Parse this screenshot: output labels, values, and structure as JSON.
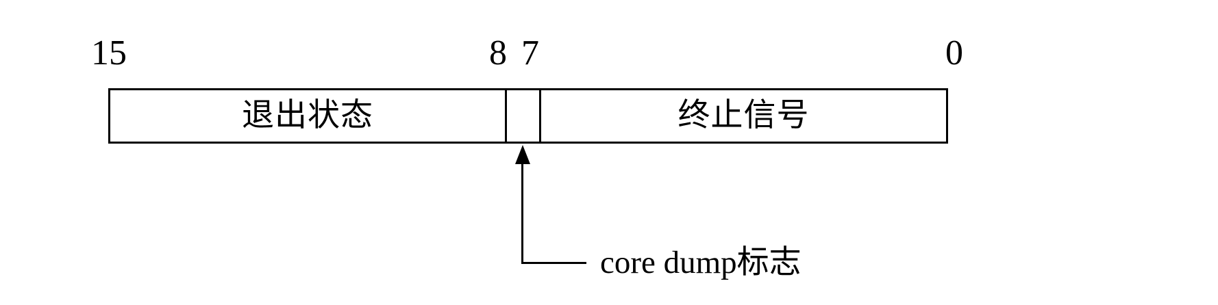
{
  "diagram": {
    "bit_markers": [
      {
        "label": "15"
      },
      {
        "label": "8"
      },
      {
        "label": "7"
      },
      {
        "label": "0"
      }
    ],
    "fields": {
      "exit_status": "退出状态",
      "termination_signal": "终止信号"
    },
    "annotation": {
      "core_dump_label": "core dump标志"
    },
    "colors": {
      "line": "#000000",
      "background": "#ffffff"
    }
  }
}
